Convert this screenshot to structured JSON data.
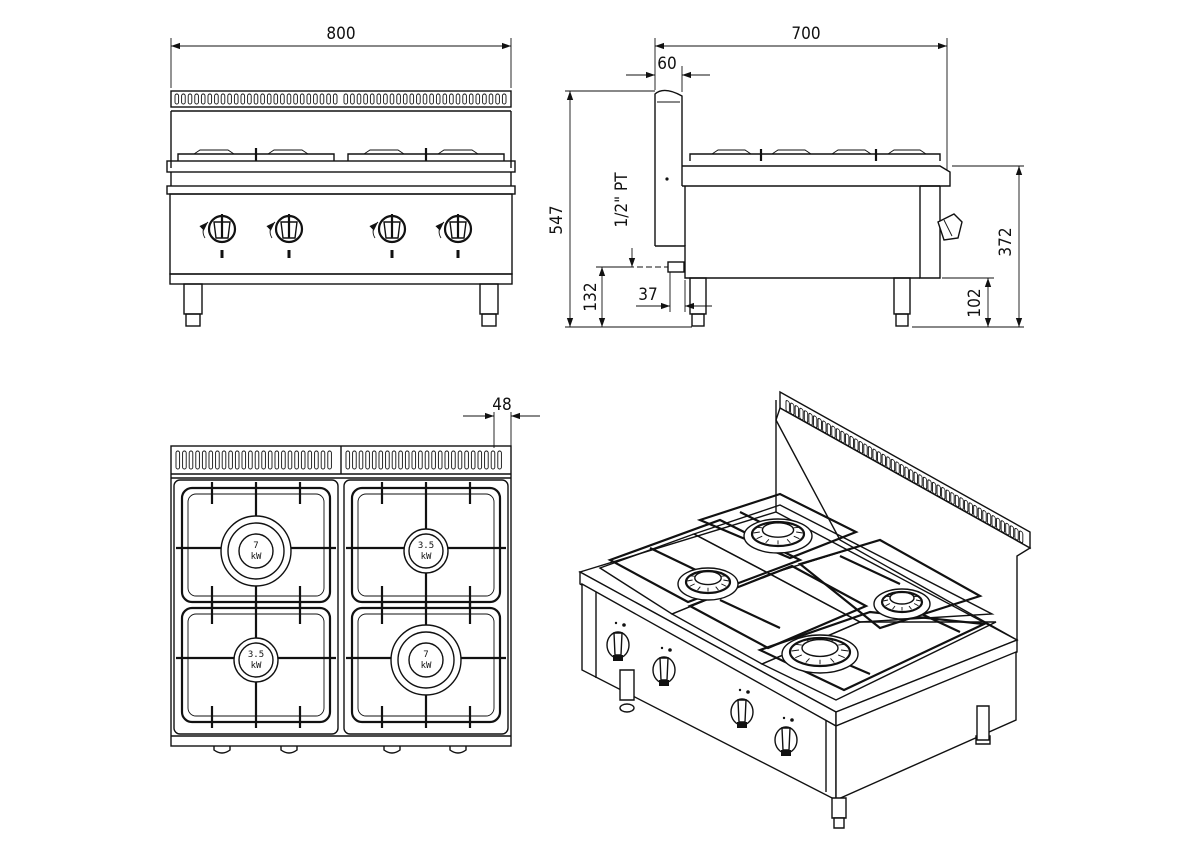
{
  "dimensions": {
    "front_width": "800",
    "side_depth": "700",
    "splash_depth": "60",
    "total_height": "547",
    "gas_connection": "1/2\" PT",
    "gas_offset": "37",
    "gas_height": "132",
    "worktop_height": "372",
    "leg_height": "102",
    "top_splash": "48"
  },
  "burners": [
    {
      "power": "7",
      "unit": "kW"
    },
    {
      "power": "3.5",
      "unit": "kW"
    },
    {
      "power": "3.5",
      "unit": "kW"
    },
    {
      "power": "7",
      "unit": "kW"
    }
  ]
}
